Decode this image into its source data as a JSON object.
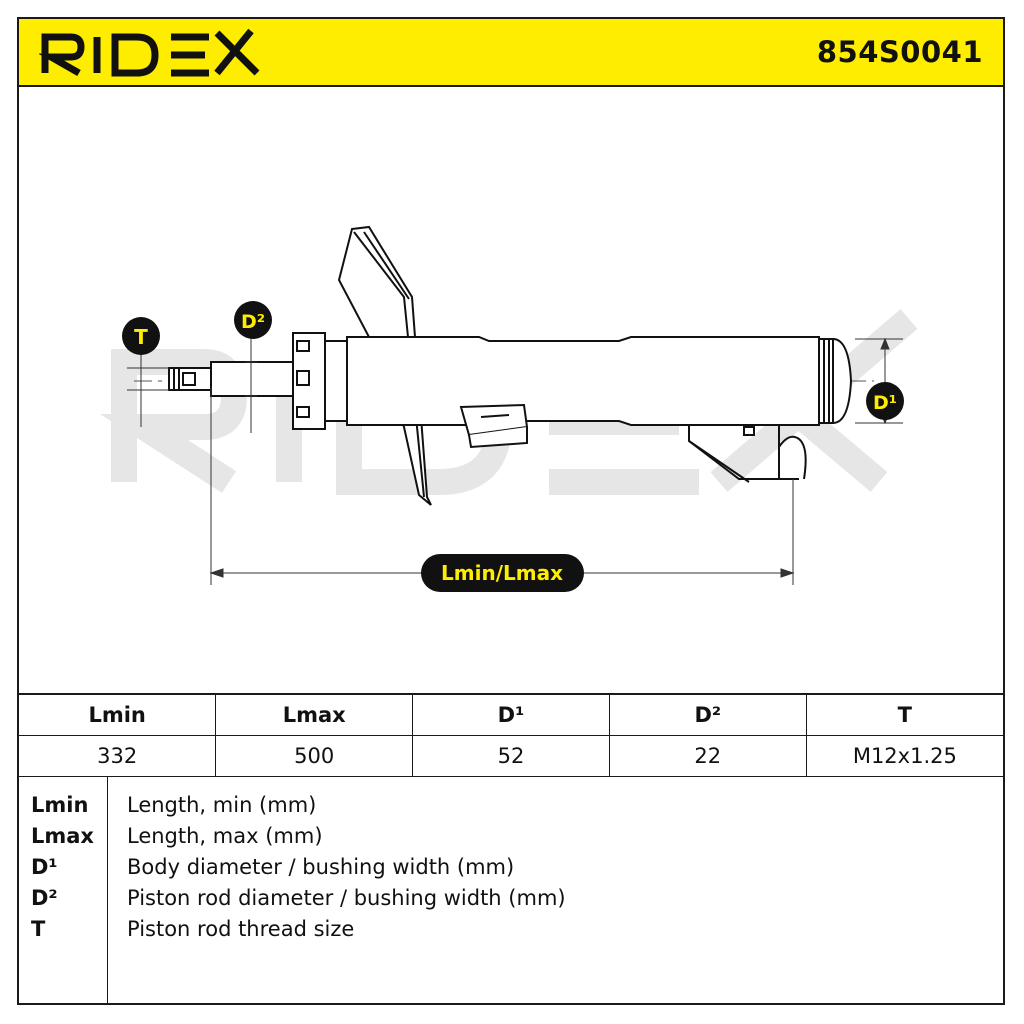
{
  "brand": {
    "logo_text": "RIDEX",
    "part_number": "854S0041",
    "accent_color": "#ffed00",
    "watermark_color": "#e6e6e6"
  },
  "diagram": {
    "labels": {
      "thread": "T",
      "rod_diameter": "D²",
      "body_diameter": "D¹",
      "length": "Lmin/Lmax"
    }
  },
  "spec_table": {
    "headers": [
      "Lmin",
      "Lmax",
      "D¹",
      "D²",
      "T"
    ],
    "values": [
      "332",
      "500",
      "52",
      "22",
      "M12x1.25"
    ]
  },
  "legend": [
    {
      "key": "Lmin",
      "description": "Length, min (mm)"
    },
    {
      "key": "Lmax",
      "description": "Length, max (mm)"
    },
    {
      "key": "D¹",
      "description": "Body diameter / bushing width (mm)"
    },
    {
      "key": "D²",
      "description": "Piston rod diameter / bushing width (mm)"
    },
    {
      "key": "T",
      "description": "Piston rod thread size"
    }
  ]
}
